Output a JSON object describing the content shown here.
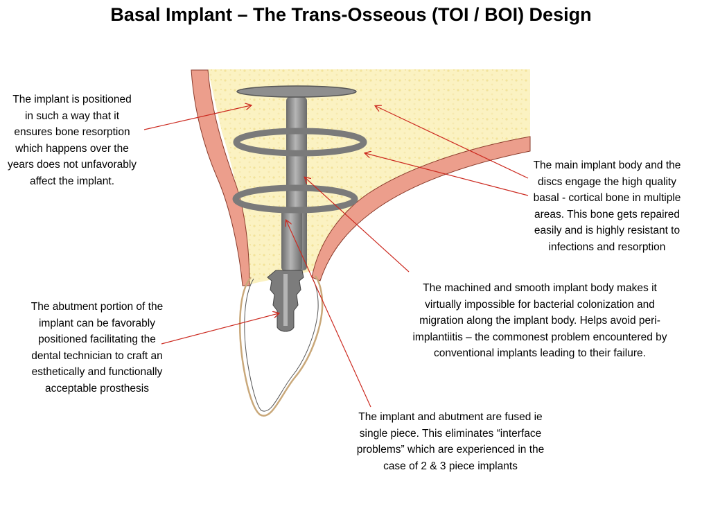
{
  "title": "Basal Implant – The Trans-Osseous (TOI / BOI) Design",
  "annotations": {
    "position": [
      "The implant is  positioned",
      "in such a way that it",
      "ensures  bone resorption",
      "which happens over the",
      "years does not unfavorably",
      "affect the implant."
    ],
    "body": [
      "The main implant body and the",
      "discs engage the high quality",
      "basal - cortical bone in multiple",
      "areas. This bone gets repaired",
      "easily and is highly resistant to",
      "infections and resorption"
    ],
    "machined": [
      "The machined and smooth implant body makes it",
      "virtually impossible for bacterial colonization and",
      "migration along the implant body.  Helps avoid peri-",
      "implantiitis – the commonest problem encountered by",
      "conventional implants leading to their failure."
    ],
    "abutment": [
      "The abutment portion of the",
      "implant  can be favorably",
      "positioned facilitating the",
      "dental technician to craft an",
      "esthetically and functionally",
      "acceptable prosthesis"
    ],
    "fused": [
      "The implant and abutment are fused ie",
      "single piece. This eliminates “interface",
      "problems”  which are experienced in the",
      "case of 2 & 3 piece implants"
    ]
  },
  "colors": {
    "bone": "#fbf2c2",
    "cortical": "#ec9e8c",
    "cortical_edge": "#8a3a2a",
    "implant": "#8e8e8e",
    "implant_dark": "#5f5f5f",
    "leader": "#cc2a20",
    "crown_outline": "#c9a87a"
  }
}
